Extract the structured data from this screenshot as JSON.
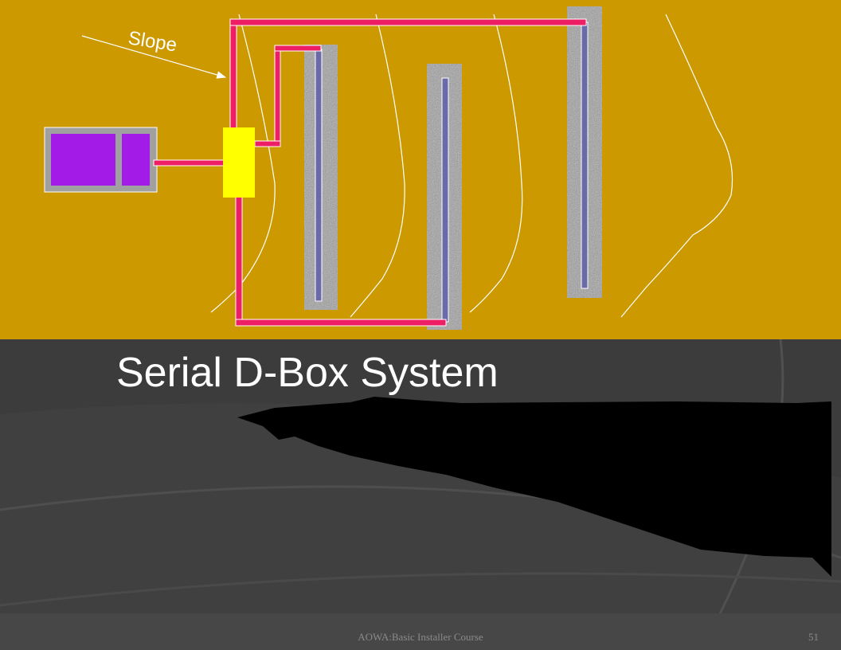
{
  "slide": {
    "title": "Serial D-Box System",
    "footer": "AOWA:Basic Installer Course",
    "page_number": "51"
  },
  "diagram": {
    "slope_label": "Slope",
    "colors": {
      "ground": "#cc9900",
      "pipe": "#ee1e64",
      "dbox": "#ffff00",
      "tank": "#a31be6",
      "tank_frame": "#a0a0a0",
      "trench_gravel": "#9c9c9c",
      "lateral": "#6a6aa8",
      "contour": "#ffffff"
    }
  },
  "theme": {
    "background": "#3b3b3b",
    "title_color": "#ffffff",
    "footer_color": "#8a8a8a"
  }
}
